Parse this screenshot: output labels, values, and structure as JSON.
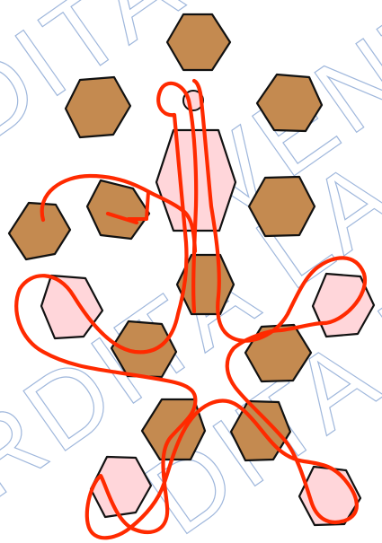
{
  "watermark": {
    "text_1": "DITA LA VENTE",
    "text_2": "VENTE",
    "text_3": "RDITA LA VENTE",
    "text_4": "DITA LA VENTE -",
    "color": "#9fb7dc"
  },
  "colors": {
    "brown_hex": "#c48a50",
    "pink_hex": "#ffd6da",
    "outline": "#111111",
    "route": "#ff2a00"
  }
}
